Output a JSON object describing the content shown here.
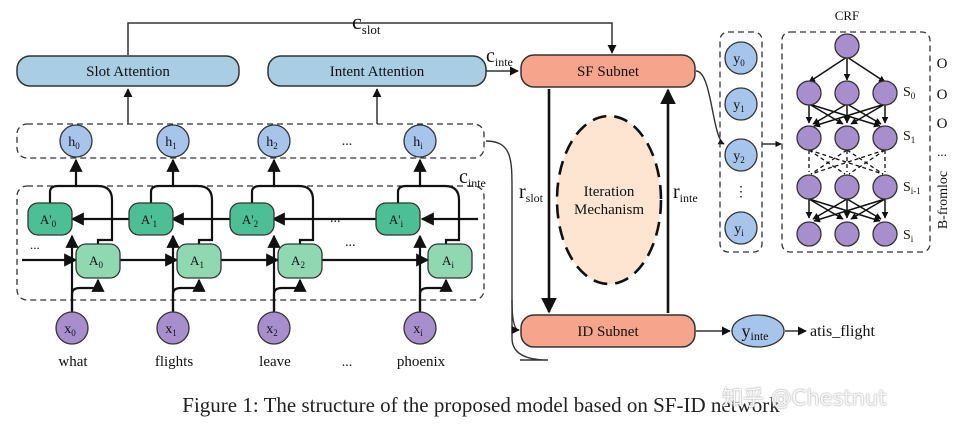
{
  "labels": {
    "c_slot": "c",
    "c_slot_sub": "slot",
    "c_inte": "c",
    "c_inte_sub": "inte",
    "r_slot": "r",
    "r_slot_sub": "slot",
    "r_inte": "r",
    "r_inte_sub": "inte"
  },
  "blocks": {
    "slot_attention": "Slot Attention",
    "intent_attention": "Intent Attention",
    "sf_subnet": "SF Subnet",
    "id_subnet": "ID Subnet",
    "iteration_line1": "Iteration",
    "iteration_line2": "Mechanism",
    "crf": "CRF"
  },
  "hidden": [
    {
      "base": "h",
      "sub": "0"
    },
    {
      "base": "h",
      "sub": "1"
    },
    {
      "base": "h",
      "sub": "2"
    },
    {
      "base": "h",
      "sub": "i"
    }
  ],
  "backward": [
    {
      "base": "A'",
      "sub": "0"
    },
    {
      "base": "A'",
      "sub": "1"
    },
    {
      "base": "A'",
      "sub": "2"
    },
    {
      "base": "A'",
      "sub": "i"
    }
  ],
  "forward": [
    {
      "base": "A",
      "sub": "0"
    },
    {
      "base": "A",
      "sub": "1"
    },
    {
      "base": "A",
      "sub": "2"
    },
    {
      "base": "A",
      "sub": "i"
    }
  ],
  "inputs": [
    {
      "base": "x",
      "sub": "0",
      "word": "what"
    },
    {
      "base": "x",
      "sub": "1",
      "word": "flights"
    },
    {
      "base": "x",
      "sub": "2",
      "word": "leave"
    },
    {
      "base": "x",
      "sub": "i",
      "word": "phoenix"
    }
  ],
  "outputs": [
    {
      "base": "y",
      "sub": "0"
    },
    {
      "base": "y",
      "sub": "1"
    },
    {
      "base": "y",
      "sub": "2"
    },
    {
      "base": "y",
      "sub": "i"
    }
  ],
  "crf_states": [
    {
      "base": "S",
      "sub": "0"
    },
    {
      "base": "S",
      "sub": "1"
    },
    {
      "base": "S",
      "sub": "i-1"
    },
    {
      "base": "S",
      "sub": "i"
    }
  ],
  "tags": [
    "O",
    "O",
    "O",
    "...",
    "B-fromloc"
  ],
  "ellipsis": "...",
  "vdots": "⋮",
  "y_inte": {
    "base": "y",
    "sub": "inte"
  },
  "intent_output": "atis_flight",
  "caption": "Figure 1: The structure of the proposed model based on SF-ID network",
  "watermark": "知乎 @Chestnut",
  "colors": {
    "attention_fill": "#a9cde3",
    "subnet_fill": "#f6a48c",
    "node_blue": "#a7c4ea",
    "node_green": "#4dbf96",
    "node_lightgreen": "#8fd8b2",
    "node_purple": "#a78fce",
    "iteration_fill": "#fde5d2"
  }
}
